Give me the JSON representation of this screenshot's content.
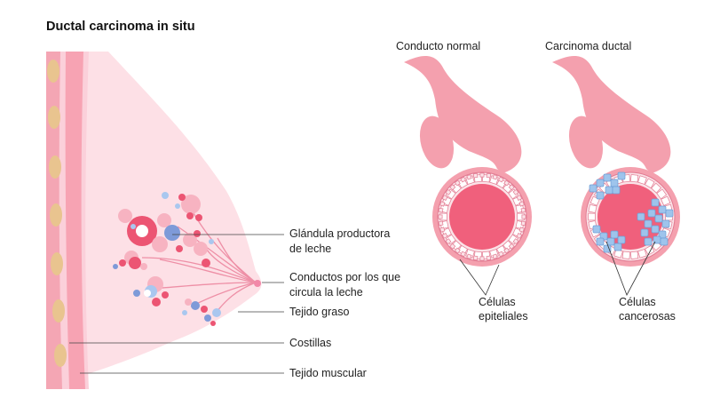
{
  "title": "Ductal carcinoma in situ",
  "panels": {
    "normal": "Conducto normal",
    "ductal": "Carcinoma ductal"
  },
  "labels": {
    "gland_line1": "Glándula productora",
    "gland_line2": "de leche",
    "ducts_line1": "Conductos por los que",
    "ducts_line2": "circula la leche",
    "fat": "Tejido graso",
    "ribs": "Costillas",
    "muscle": "Tejido muscular",
    "epithelial_line1": "Células",
    "epithelial_line2": "epiteliales",
    "cancer_line1": "Células",
    "cancer_line2": "cancerosas"
  },
  "colors": {
    "breast_fill": "#fde0e6",
    "muscle": "#f7a3b3",
    "ribs": "#e9c48f",
    "duct_pink": "#f4a0ae",
    "duct_lumen": "#f0607c",
    "gland_dark": "#ec5573",
    "cancer_blue": "#9ec4ec"
  }
}
